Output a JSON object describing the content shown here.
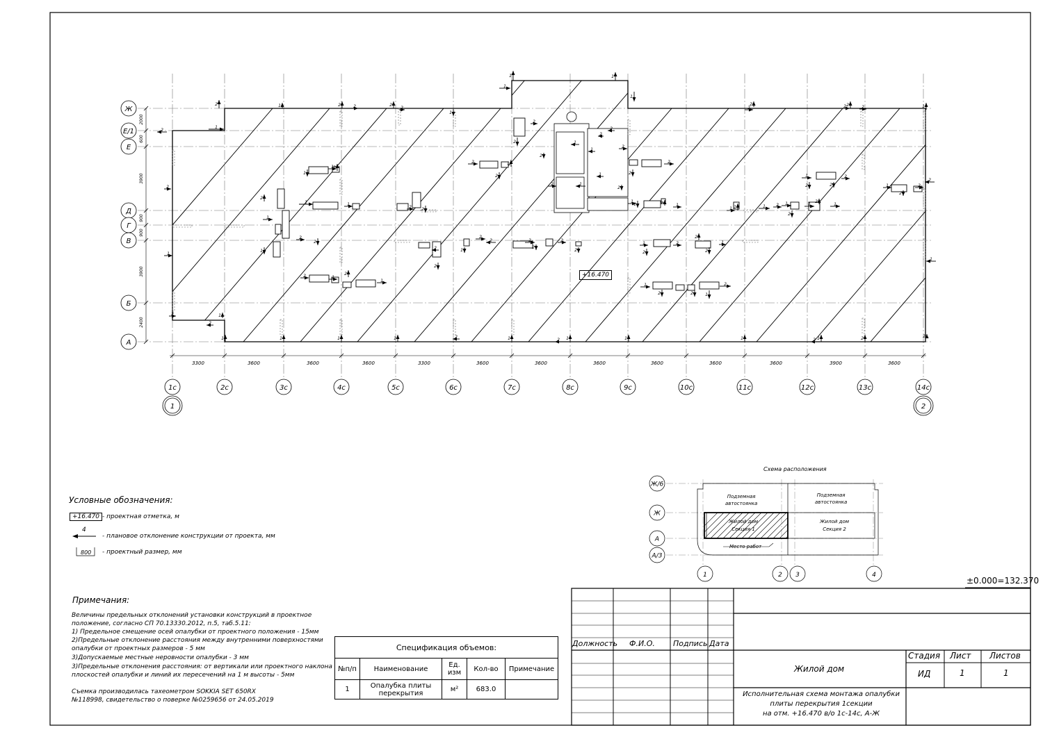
{
  "grid": {
    "columns": [
      "1с",
      "2с",
      "3с",
      "4с",
      "5с",
      "6с",
      "7с",
      "8с",
      "9с",
      "10с",
      "11с",
      "12с",
      "13с",
      "14с"
    ],
    "column_spacings": [
      "3300",
      "3600",
      "3600",
      "3600",
      "3300",
      "3600",
      "3600",
      "3600",
      "3600",
      "3600",
      "3600",
      "3900",
      "3600",
      "3600"
    ],
    "rows": [
      "Ж",
      "Е/1",
      "Е",
      "Д",
      "Г",
      "В",
      "Б",
      "А"
    ],
    "row_spacings": [
      "2000",
      "600",
      "3900",
      "900",
      "900",
      "3900",
      "2400"
    ],
    "sections": [
      "1",
      "2"
    ]
  },
  "elevation_tag": "+16.470",
  "deviation_values": {
    "one": "1",
    "two": "2"
  },
  "legend": {
    "title": "Условные обозначения:",
    "items": [
      {
        "symbol": "+16.470",
        "text": "- проектная отметка, м"
      },
      {
        "symbol": "4",
        "text": "- плановое отклонение конструкции от проекта, мм"
      },
      {
        "symbol": "800",
        "text": "- проектный размер, мм"
      }
    ]
  },
  "notes": {
    "title": "Примечания:",
    "lines": [
      "Величины предельных отклонений установки конструкций в проектное",
      "положение, согласно СП 70.13330.2012, п.5, таб.5.11:",
      "1) Предельное смещение осей опалубки от проектного положения - 15мм",
      "2)Предельные отклонение расстояния между внутренними поверхностями",
      "опалубки от проектных размеров - 5 мм",
      "3)Допускаемые местные неровности опалубки - 3 мм",
      "3)Предельные отклонения расстояния: от вертикали или проектного наклона",
      "плоскостей опалубки и линий их пересечений на 1 м высоты - 5мм"
    ],
    "survey_lines": [
      "Съемка производилась тахеометром SOKKIA SET 650RX",
      "№118998, свидетельство о поверке №0259656 от 24.05.2019"
    ]
  },
  "spec_table": {
    "title": "Спецификация объемов:",
    "headers": [
      "№п/п",
      "Наименование",
      "Ед. изм",
      "Кол-во",
      "Примечание"
    ],
    "rows": [
      [
        "1",
        "Опалубка плиты перекрытия",
        "м²",
        "683.0",
        ""
      ]
    ]
  },
  "location_scheme": {
    "title": "Схема расположения",
    "row_labels": [
      "Ж/6",
      "Ж",
      "А",
      "А/3"
    ],
    "col_labels": [
      "1",
      "2",
      "3",
      "4"
    ],
    "parking_1": [
      "Подземная",
      "автостоянка"
    ],
    "parking_2": [
      "Подземная",
      "автостоянка"
    ],
    "house_1": [
      "Жилой дом",
      "Секция 1"
    ],
    "house_2": [
      "Жилой дом",
      "Секция 2"
    ],
    "work_place": "Место работ"
  },
  "datum": "±0.000=132.370",
  "title_block": {
    "roles": [
      "Должность",
      "Ф.И.О.",
      "Подпись",
      "Дата"
    ],
    "object": "Жилой дом",
    "stage_label": "Стадия",
    "sheet_label": "Лист",
    "sheets_label": "Листов",
    "stage": "ИД",
    "sheet": "1",
    "sheets": "1",
    "drawing_title": [
      "Исполнительная схема монтажа опалубки",
      "плиты перекрытия 1секции",
      "на отм. +16.470 в/о 1с-14с, А-Ж"
    ]
  }
}
